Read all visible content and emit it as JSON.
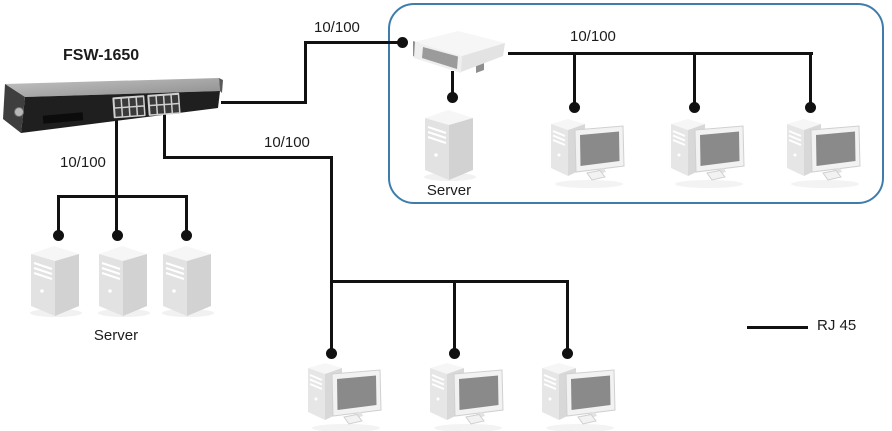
{
  "switch": {
    "label": "FSW-1650"
  },
  "connections": [
    {
      "id": "switch-to-hub",
      "label": "10/100"
    },
    {
      "id": "switch-to-servers",
      "label": "10/100"
    },
    {
      "id": "switch-to-workstations",
      "label": "10/100"
    },
    {
      "id": "hub-to-workstations",
      "label": "10/100"
    }
  ],
  "groups": {
    "left_servers": {
      "label": "Server",
      "count": 3
    },
    "workgroup": {
      "server_label": "Server",
      "workstation_count": 3
    },
    "bottom_workstations": {
      "count": 3
    }
  },
  "legend": {
    "cable_label": "RJ 45"
  },
  "colors": {
    "cable": "#111111",
    "workgroup_border": "#3e7dab",
    "screen": "#8a8a8a"
  }
}
